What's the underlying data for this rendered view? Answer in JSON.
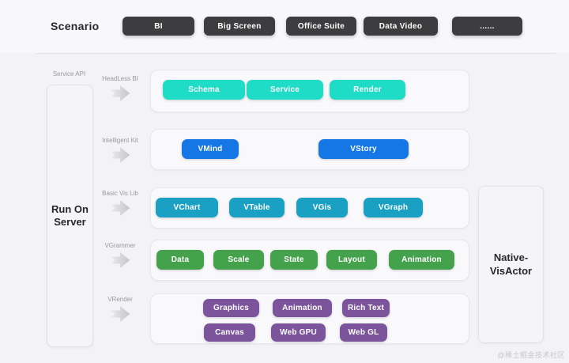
{
  "scenario": {
    "label": "Scenario",
    "chips": [
      "BI",
      "Big Screen",
      "Office Suite",
      "Data Video",
      "......"
    ]
  },
  "left_panel": {
    "caption": "Service API",
    "title_line1": "Run On",
    "title_line2": "Server"
  },
  "right_panel": {
    "title_line1": "Native-",
    "title_line2": "VisActor"
  },
  "layers": [
    {
      "label": "HeadLess BI",
      "color": "#1edcc6",
      "nodes": [
        "Schema",
        "Service",
        "Render"
      ]
    },
    {
      "label": "Intelligent Kit",
      "color": "#1577e6",
      "nodes": [
        "VMind",
        "VStory"
      ]
    },
    {
      "label": "Basic Vis Lib",
      "color": "#1aa0c3",
      "nodes": [
        "VChart",
        "VTable",
        "VGis",
        "VGraph"
      ]
    },
    {
      "label": "VGrammer",
      "color": "#44a24d",
      "nodes": [
        "Data",
        "Scale",
        "State",
        "Layout",
        "Animation"
      ]
    },
    {
      "label": "VRender",
      "color": "#7b549c",
      "nodes_top": [
        "Graphics",
        "Animation",
        "Rich Text"
      ],
      "nodes_bottom": [
        "Canvas",
        "Web GPU",
        "Web GL"
      ]
    }
  ],
  "misc_colors": {
    "chip_background": "#3d3d40",
    "page_background": "#f3f3f6"
  },
  "watermark": "@稀土掘金技术社区"
}
